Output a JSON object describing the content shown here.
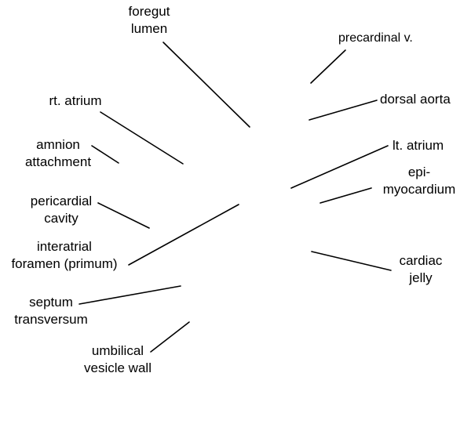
{
  "diagram": {
    "labels": {
      "foregut_lumen": [
        "foregut",
        "lumen"
      ],
      "precardinal_vein": [
        "precardinal v."
      ],
      "rt_atrium": [
        "rt. atrium"
      ],
      "dorsal_aorta": [
        "dorsal aorta"
      ],
      "amnion_attachment": [
        "amnion",
        "attachment"
      ],
      "lt_atrium": [
        "lt. atrium"
      ],
      "epimyocardium": [
        "epi-",
        "myocardium"
      ],
      "pericardial_cavity": [
        "pericardial",
        "cavity"
      ],
      "interatrial_foramen": [
        "interatrial",
        "foramen (primum)"
      ],
      "cardiac_jelly": [
        "cardiac",
        "jelly"
      ],
      "septum_transversum": [
        "septum",
        "transversum"
      ],
      "umbilical_vesicle_wall": [
        "umbilical",
        "vesicle wall"
      ]
    },
    "colors": {
      "text": "#000000",
      "lines": "#000000",
      "background": "#ffffff"
    }
  }
}
